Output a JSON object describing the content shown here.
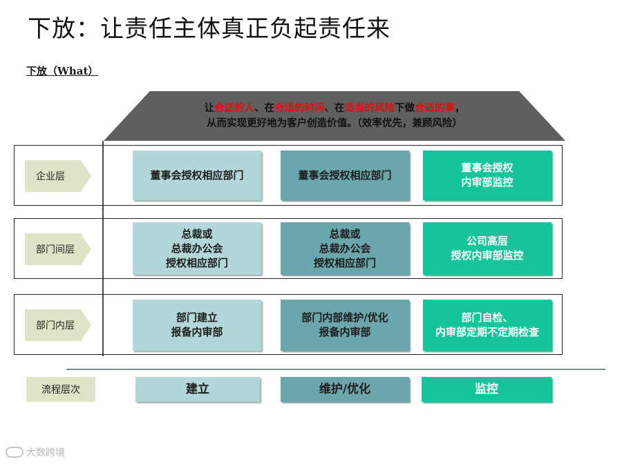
{
  "title": "下放：让责任主体真正负起责任来",
  "subtitle": "下放（What）",
  "roof": {
    "line1": [
      {
        "t": "让",
        "red": false
      },
      {
        "t": "合适的人",
        "red": true
      },
      {
        "t": "、在",
        "red": false
      },
      {
        "t": "合适的时间",
        "red": true
      },
      {
        "t": "、在",
        "red": false
      },
      {
        "t": "适当的风险",
        "red": true
      },
      {
        "t": "下做",
        "red": false
      },
      {
        "t": "合适的事",
        "red": true
      },
      {
        "t": "，",
        "red": false
      }
    ],
    "line2": "从而实现更好地为客户创造价值。（效率优先，兼顾风险）"
  },
  "rows": [
    {
      "label": "企业层",
      "cells": [
        "董事会授权相应部门",
        "董事会授权相应部门",
        "董事会授权\n内审部监控"
      ]
    },
    {
      "label": "部门间层",
      "cells": [
        "总裁或\n总裁办公会\n授权相应部门",
        "总裁或\n总裁办公会\n授权相应部门",
        "公司高层\n授权内审部监控"
      ]
    },
    {
      "label": "部门内层",
      "cells": [
        "部门建立\n报备内审部",
        "部门内部维护/优化\n报备内审部",
        "部门自检、\n内审部定期不定期检查"
      ]
    }
  ],
  "process": {
    "label": "流程层次",
    "items": [
      "建立",
      "维护/优化",
      "监控"
    ]
  },
  "watermark": "大数跨境",
  "colors": {
    "col1": "#b3d6d8",
    "col2": "#6aa6ab",
    "col3": "#14c49b",
    "roof": "#5f5f5f",
    "label_bg": "#dfe3c6",
    "highlight": "#e01010"
  }
}
